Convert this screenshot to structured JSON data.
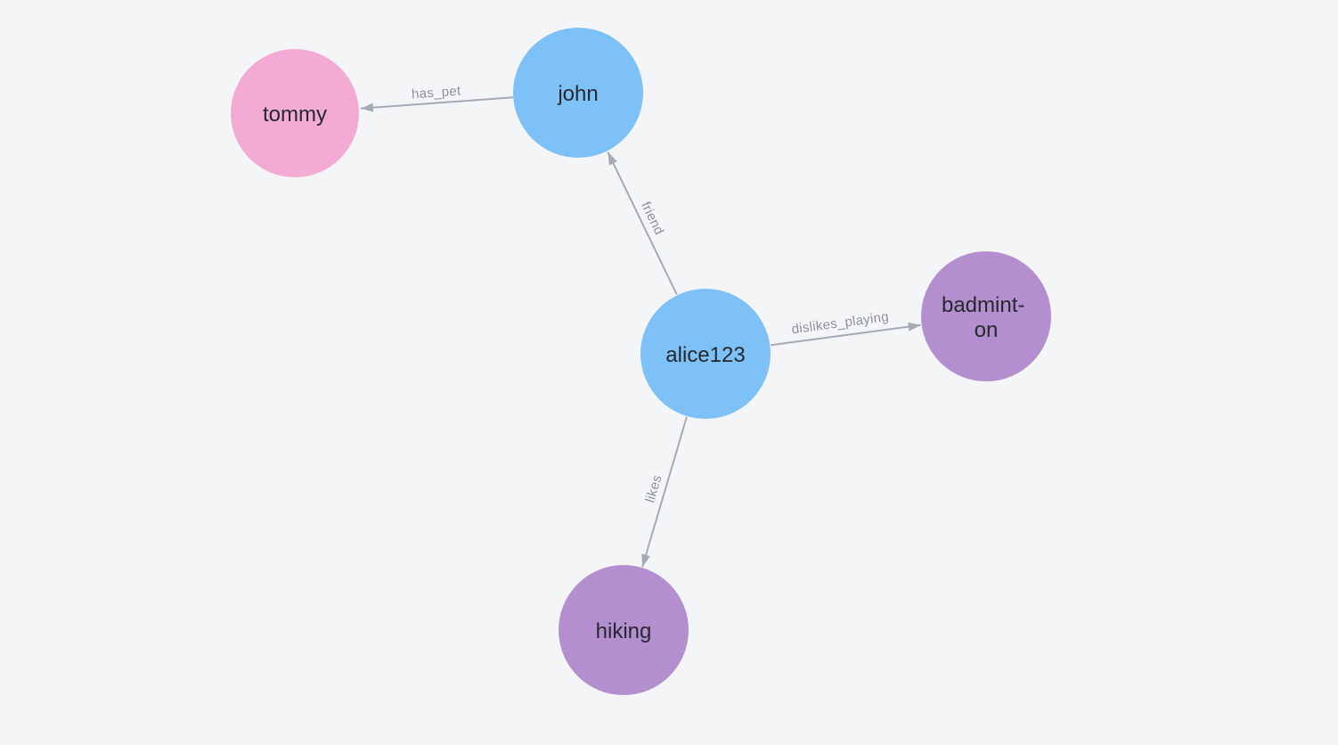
{
  "graph": {
    "background_color": "#f4f5f7",
    "edge_color": "#a5abb5",
    "edge_label_color": "#8c929c",
    "node_label_color": "#26282f",
    "node_colors": {
      "person": "#7dc1f7",
      "pet": "#f3abd3",
      "activity": "#b38fd0"
    },
    "nodes": [
      {
        "id": "tommy",
        "label": "tommy",
        "color": "#f3abd3"
      },
      {
        "id": "john",
        "label": "john",
        "color": "#7dc1f7"
      },
      {
        "id": "alice123",
        "label": "alice123",
        "color": "#7dc1f7"
      },
      {
        "id": "badminton",
        "label": "badminton",
        "line1": "badmint-",
        "line2": "on",
        "color": "#b38fd0"
      },
      {
        "id": "hiking",
        "label": "hiking",
        "color": "#b38fd0"
      }
    ],
    "edges": [
      {
        "from": "john",
        "to": "tommy",
        "label": "has_pet"
      },
      {
        "from": "alice123",
        "to": "john",
        "label": "friend"
      },
      {
        "from": "alice123",
        "to": "badminton",
        "label": "dislikes_playing"
      },
      {
        "from": "alice123",
        "to": "hiking",
        "label": "likes"
      }
    ]
  }
}
